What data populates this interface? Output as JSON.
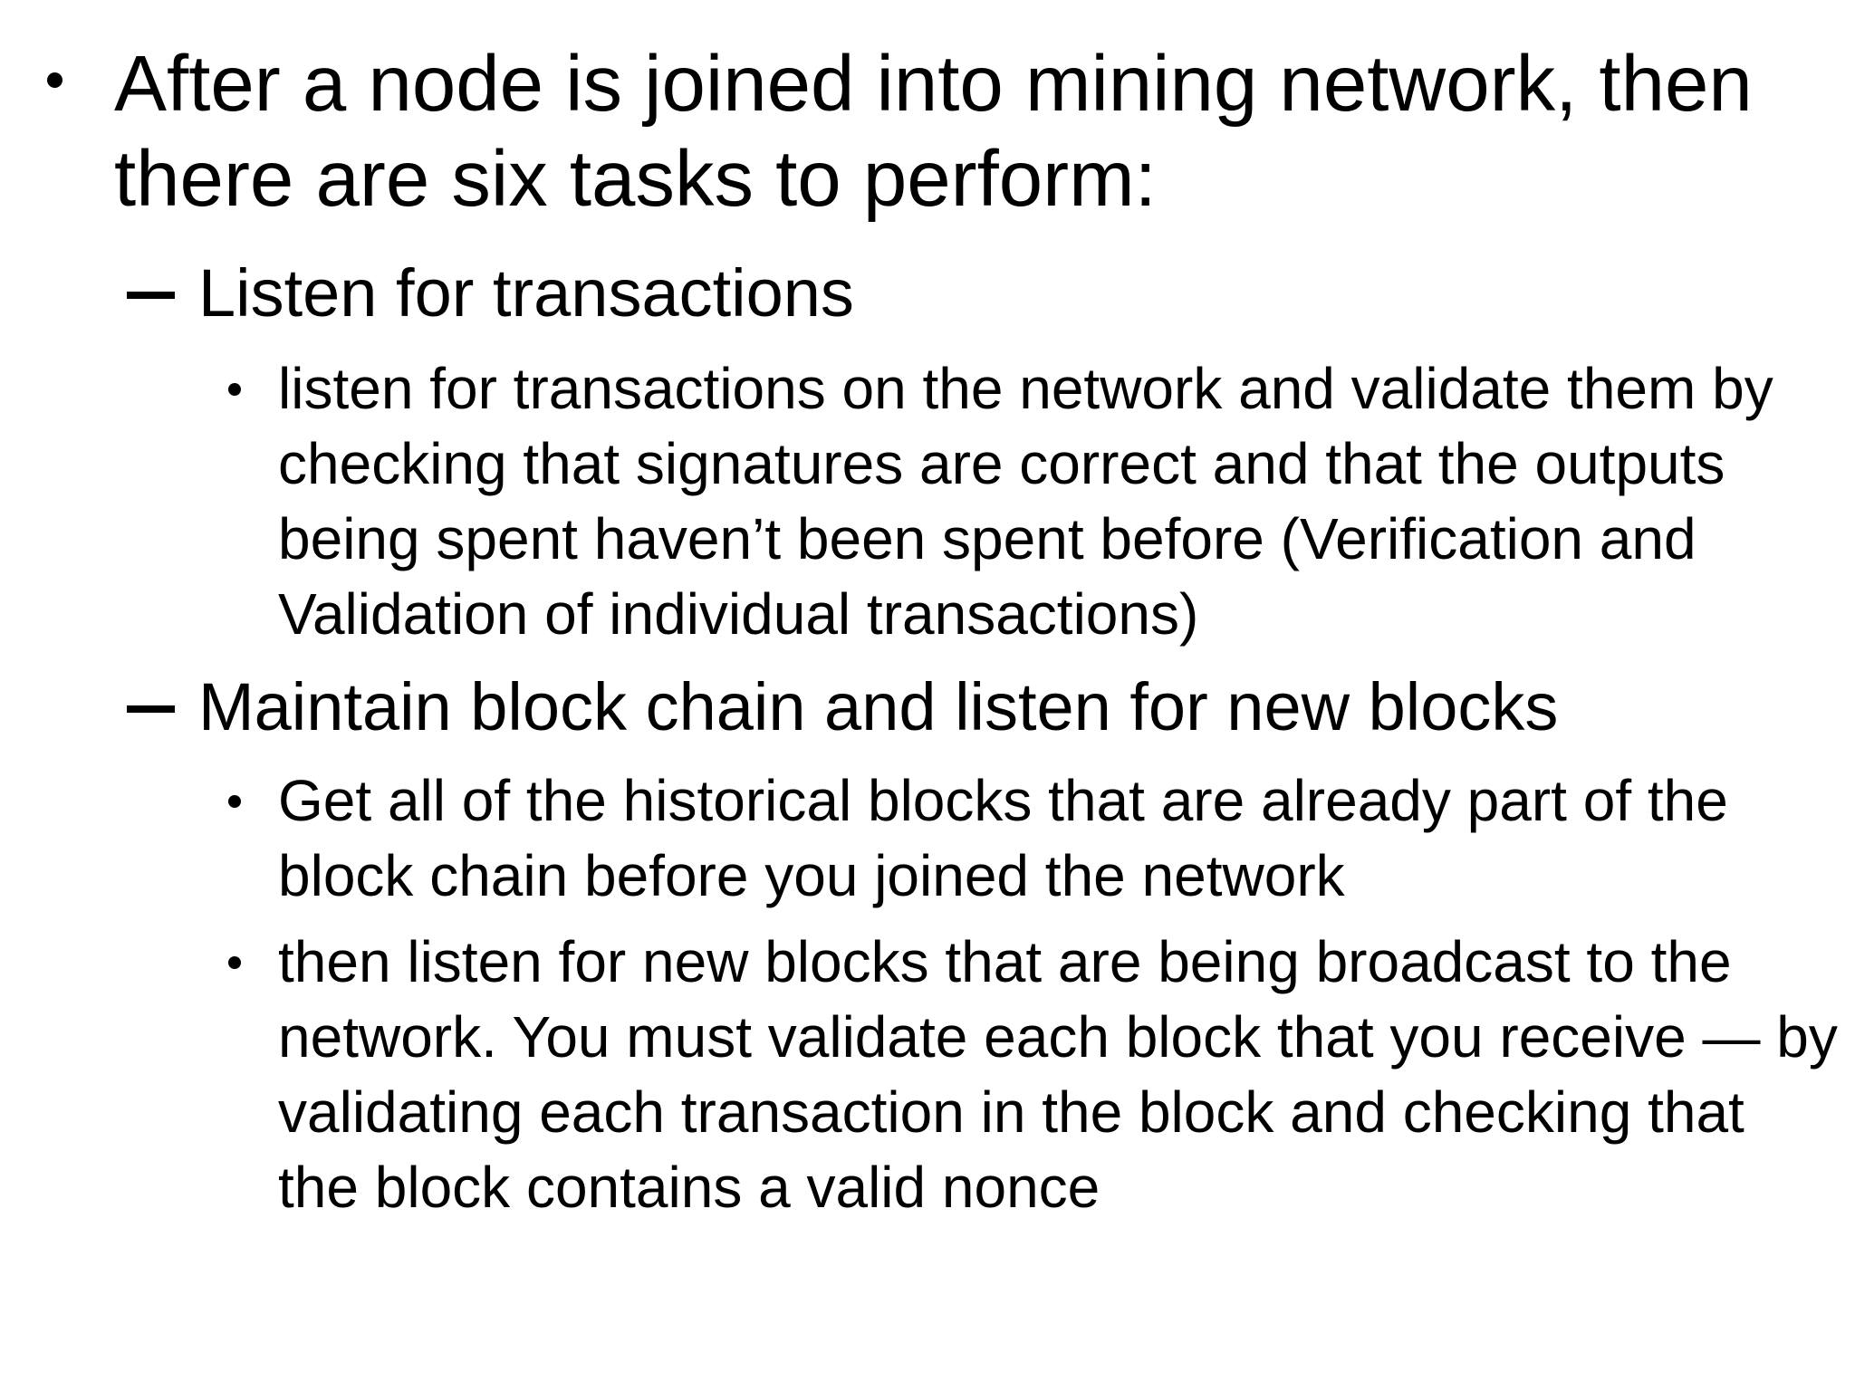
{
  "slide": {
    "background_color": "#ffffff",
    "text_color": "#000000",
    "bullets": [
      {
        "level": 1,
        "marker": "•",
        "lines": [
          "After a node is joined into mining network, then",
          "there are six tasks to perform:"
        ]
      },
      {
        "level": 2,
        "marker": "–",
        "lines": [
          "Listen for transactions"
        ]
      },
      {
        "level": 3,
        "marker": "•",
        "lines": [
          "listen for transactions on the network and validate them by",
          "checking that signatures are correct and that the outputs",
          "being spent haven’t been spent before (Verification and",
          "Validation of individual transactions)"
        ]
      },
      {
        "level": 2,
        "marker": "–",
        "lines": [
          "Maintain block chain and listen for new blocks"
        ]
      },
      {
        "level": 3,
        "marker": "•",
        "lines": [
          "Get all of the historical blocks that are already part of the",
          "block chain before you joined the network"
        ]
      },
      {
        "level": 3,
        "marker": "•",
        "lines": [
          "then listen for new blocks that are being broadcast to the",
          "network. You must validate each block that you receive — by",
          "validating each transaction in the block and checking that",
          "the block contains a valid nonce"
        ]
      }
    ]
  }
}
